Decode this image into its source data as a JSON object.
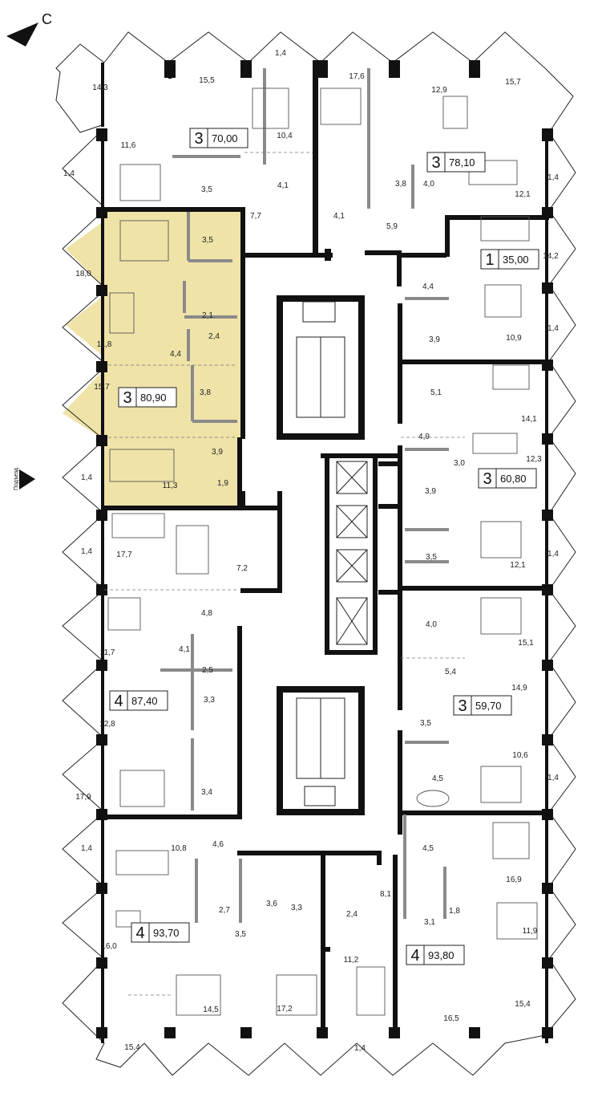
{
  "compass": {
    "label": "С",
    "icon": "north-arrow-icon"
  },
  "entrance": {
    "label": "Подъезд",
    "icon": "entrance-arrow-icon"
  },
  "colors": {
    "highlight": "#efe3a8",
    "wall": "#111111",
    "partition": "#8a8a8a"
  },
  "apartments": [
    {
      "rooms": "3",
      "area": "70,00",
      "highlighted": false
    },
    {
      "rooms": "3",
      "area": "78,10",
      "highlighted": false
    },
    {
      "rooms": "1",
      "area": "35,00",
      "highlighted": false
    },
    {
      "rooms": "3",
      "area": "80,90",
      "highlighted": true
    },
    {
      "rooms": "3",
      "area": "60,80",
      "highlighted": false
    },
    {
      "rooms": "4",
      "area": "87,40",
      "highlighted": false
    },
    {
      "rooms": "3",
      "area": "59,70",
      "highlighted": false
    },
    {
      "rooms": "4",
      "area": "93,70",
      "highlighted": false
    },
    {
      "rooms": "4",
      "area": "93,80",
      "highlighted": false
    }
  ],
  "room_areas": [
    "1,4",
    "14,3",
    "15,5",
    "17,6",
    "12,9",
    "15,7",
    "11,6",
    "10,4",
    "3,5",
    "1,4",
    "1,4",
    "4,1",
    "3,8",
    "4,0",
    "12,1",
    "7,7",
    "4,1",
    "5,9",
    "14,2",
    "18,0",
    "3,5",
    "4,4",
    "10,9",
    "1,4",
    "2,1",
    "2,4",
    "11,8",
    "4,4",
    "3,9",
    "15,7",
    "3,8",
    "5,1",
    "14,1",
    "1,4",
    "3,9",
    "4,9",
    "11,3",
    "1,9",
    "3,0",
    "12,3",
    "3,9",
    "1,4",
    "17,7",
    "7,2",
    "3,5",
    "12,1",
    "1,4",
    "4,8",
    "4,0",
    "15,1",
    "11,7",
    "4,1",
    "2,5",
    "5,4",
    "14,9",
    "3,3",
    "12,8",
    "3,5",
    "10,6",
    "1,4",
    "17,9",
    "3,4",
    "4,5",
    "1,4",
    "4,6",
    "10,8",
    "4,5",
    "16,9",
    "8,1",
    "2,7",
    "3,6",
    "3,3",
    "2,4",
    "1,8",
    "11,9",
    "3,5",
    "3,1",
    "16,0",
    "11,2",
    "15,4",
    "14,5",
    "17,2",
    "16,5",
    "15,4",
    "1,4"
  ]
}
